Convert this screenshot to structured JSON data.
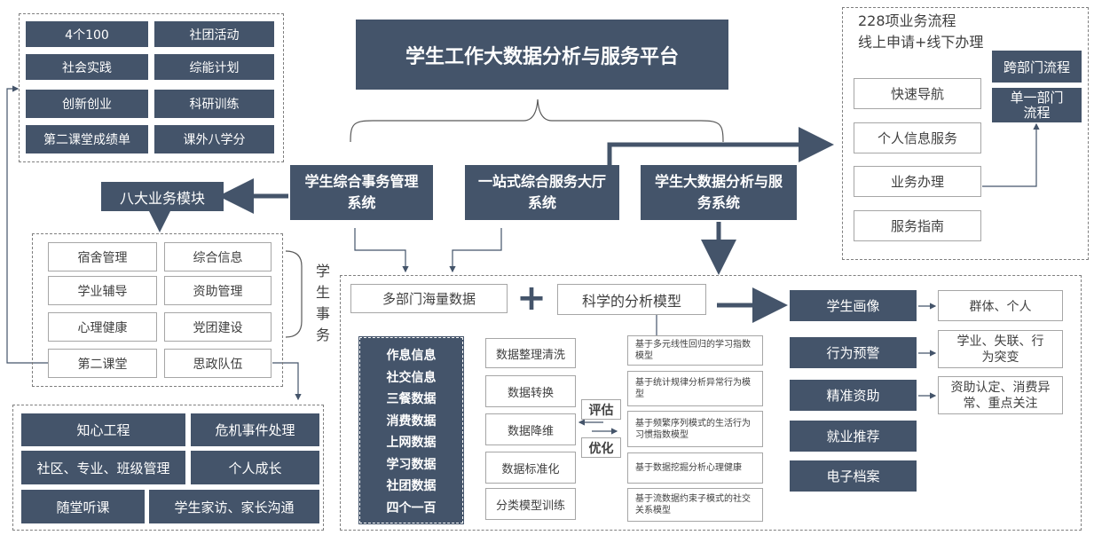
{
  "title": "学生工作大数据分析与服务平台",
  "left_top_grid": [
    [
      "4个100",
      "社团活动"
    ],
    [
      "社会实践",
      "综能计划"
    ],
    [
      "创新创业",
      "科研训练"
    ],
    [
      "第二课堂成绩单",
      "课外八学分"
    ]
  ],
  "eight_modules": "八大业务模块",
  "affairs_grid": [
    [
      "宿舍管理",
      "综合信息"
    ],
    [
      "学业辅导",
      "资助管理"
    ],
    [
      "心理健康",
      "党团建设"
    ],
    [
      "第二课堂",
      "思政队伍"
    ]
  ],
  "affairs_label": [
    "学",
    "生",
    "事",
    "务"
  ],
  "left_bottom": {
    "row1": [
      "知心工程",
      "危机事件处理"
    ],
    "row2": [
      "社区、专业、班级管理",
      "个人成长"
    ],
    "row3": [
      "随堂听课",
      "学生家访、家长沟通"
    ]
  },
  "systems": {
    "affairs": "学生综合事务管理系统",
    "hall": "一站式综合服务大厅系统",
    "bigdata": "学生大数据分析与服务系统"
  },
  "right_top": {
    "heading_1": "228项业务流程",
    "heading_2": "线上申请+线下办理",
    "items": [
      "快速导航",
      "个人信息服务",
      "业务办理",
      "服务指南"
    ],
    "cross_dept": "跨部门流程",
    "single_dept": "单一部门流程"
  },
  "analysis": {
    "mass_data": "多部门海量数据",
    "plus": "+",
    "model": "科学的分析模型",
    "data_types": [
      "作息信息",
      "社交信息",
      "三餐数据",
      "消费数据",
      "上网数据",
      "学习数据",
      "社团数据",
      "四个一百"
    ],
    "processes": [
      "数据整理清洗",
      "数据转换",
      "数据降维",
      "数据标准化",
      "分类模型训练"
    ],
    "eval": "评估",
    "optimize": "优化",
    "models": [
      "基于多元线性回归的学习指数模型",
      "基于统计规律分析异常行为模型",
      "基于频繁序列模式的生活行为习惯指数模型",
      "基于数据挖掘分析心理健康",
      "基于流数据约束子模式的社交关系模型"
    ],
    "outputs": [
      "学生画像",
      "行为预警",
      "精准资助",
      "就业推荐",
      "电子档案"
    ],
    "output_details": [
      "群体、个人",
      "学业、失联、行为突变",
      "资助认定、消费异常、重点关注"
    ]
  },
  "colors": {
    "dark_box": "#44546a",
    "line": "#44546a",
    "border": "#a6a6a6"
  }
}
